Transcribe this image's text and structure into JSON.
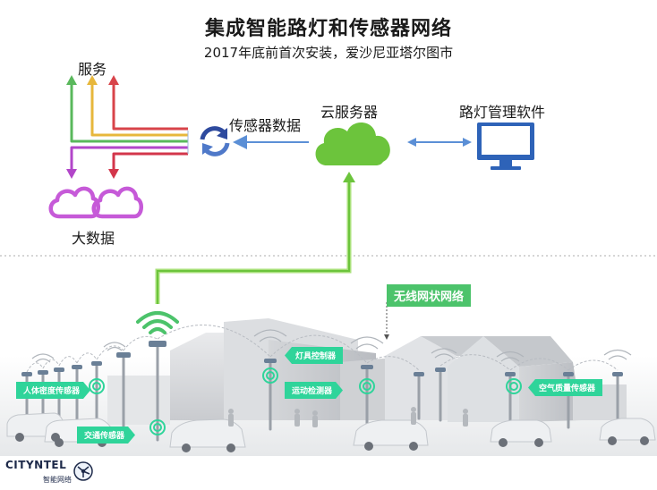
{
  "title": "集成智能路灯和传感器网络",
  "subtitle": "2017年底前首次安装，爱沙尼亚塔尔图市",
  "labels": {
    "services": "服务",
    "big_data": "大数据",
    "sensor_data": "传感器数据",
    "cloud_server": "云服务器",
    "streetlight_software": "路灯管理软件",
    "wireless_mesh": "无线网状网络"
  },
  "tags": {
    "light_control": "灯具控制器",
    "crowd_density_sensor": "人体密度传感器",
    "motion_detector": "运动检测器",
    "air_quality_sensor": "空气质量传感器",
    "traffic_sensor": "交通传感器"
  },
  "brand": {
    "name": "CITYNTEL",
    "tagline": "智能网络"
  },
  "colors": {
    "cloud": "#6cc43c",
    "sync": "#2e4a9e",
    "arrow_blue": "#5b8fd6",
    "monitor": "#2e63b8",
    "wifi_green": "#4cc36b",
    "tag_teal": "#2fd49a",
    "purple": "#c65ad8",
    "arrow_green": "#5ab85c",
    "arrow_yellow": "#e7b73c",
    "arrow_red": "#d8444a",
    "arrow_magenta": "#b246c9",
    "arrow_crimson": "#d3364b"
  },
  "icons": [
    "sync-icon",
    "cloud-icon",
    "monitor-icon",
    "big-data-cloud-icon",
    "wifi-icon",
    "brand-logo-icon"
  ]
}
